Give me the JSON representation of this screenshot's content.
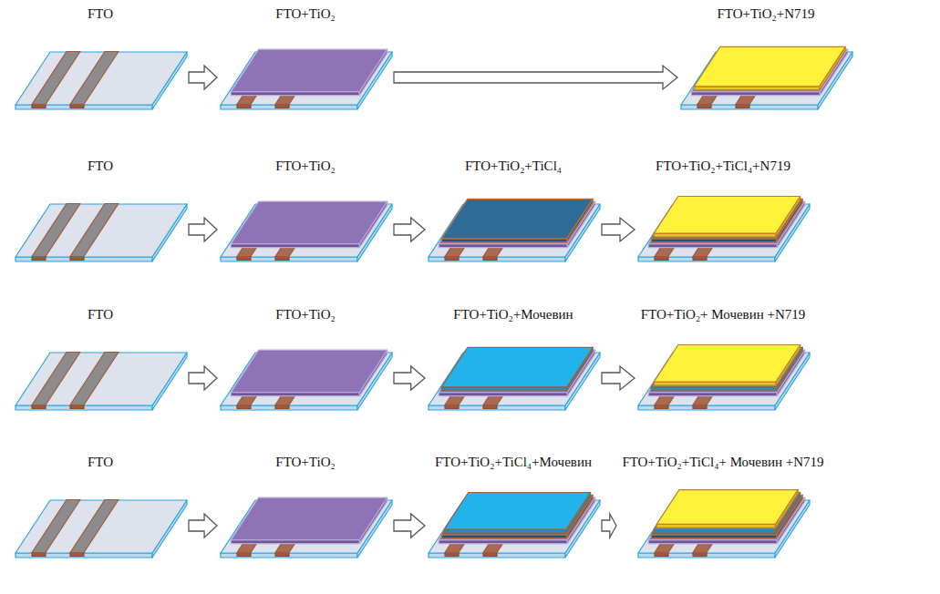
{
  "diagram": {
    "nodes": [
      {
        "text": [
          "FTO"
        ]
      },
      {
        "text": [
          "FTO+TiO₂"
        ]
      },
      {
        "text": [
          "FTO+TiO₂+N719"
        ]
      },
      {
        "text": [
          "FTO"
        ]
      },
      {
        "text": [
          "FTO+TiO₂"
        ]
      },
      {
        "text": [
          "FTO+TiO₂+TiCl₄"
        ]
      },
      {
        "text": [
          "FTO+TiO₂+TiCl₄+N719"
        ]
      },
      {
        "text": [
          "FTO"
        ]
      },
      {
        "text": [
          "FTO+TiO₂"
        ]
      },
      {
        "text": [
          "FTO+TiO₂+Мочевин"
        ]
      },
      {
        "text": [
          "FTO+TiO₂+ Мочевин +N719"
        ]
      },
      {
        "text": [
          "FTO"
        ]
      },
      {
        "text": [
          "FTO+TiO₂"
        ]
      },
      {
        "text": [
          "FTO+TiO₂+TiCl₄+Мочевин"
        ]
      },
      {
        "text": [
          "FTO+TiO₂+TiCl₄+ Мочевин +N719"
        ]
      }
    ],
    "edges": [
      {
        "from": 0,
        "to": 1,
        "arrow": "to"
      },
      {
        "from": 1,
        "to": 2,
        "arrow": "to"
      },
      {
        "from": 3,
        "to": 4,
        "arrow": "to"
      },
      {
        "from": 4,
        "to": 5,
        "arrow": "to"
      },
      {
        "from": 5,
        "to": 6,
        "arrow": "to"
      },
      {
        "from": 7,
        "to": 8,
        "arrow": "to"
      },
      {
        "from": 8,
        "to": 9,
        "arrow": "to"
      },
      {
        "from": 9,
        "to": 10,
        "arrow": "to"
      },
      {
        "from": 11,
        "to": 12,
        "arrow": "to"
      },
      {
        "from": 12,
        "to": 13,
        "arrow": "to"
      },
      {
        "from": 13,
        "to": 14,
        "arrow": "to"
      }
    ]
  }
}
